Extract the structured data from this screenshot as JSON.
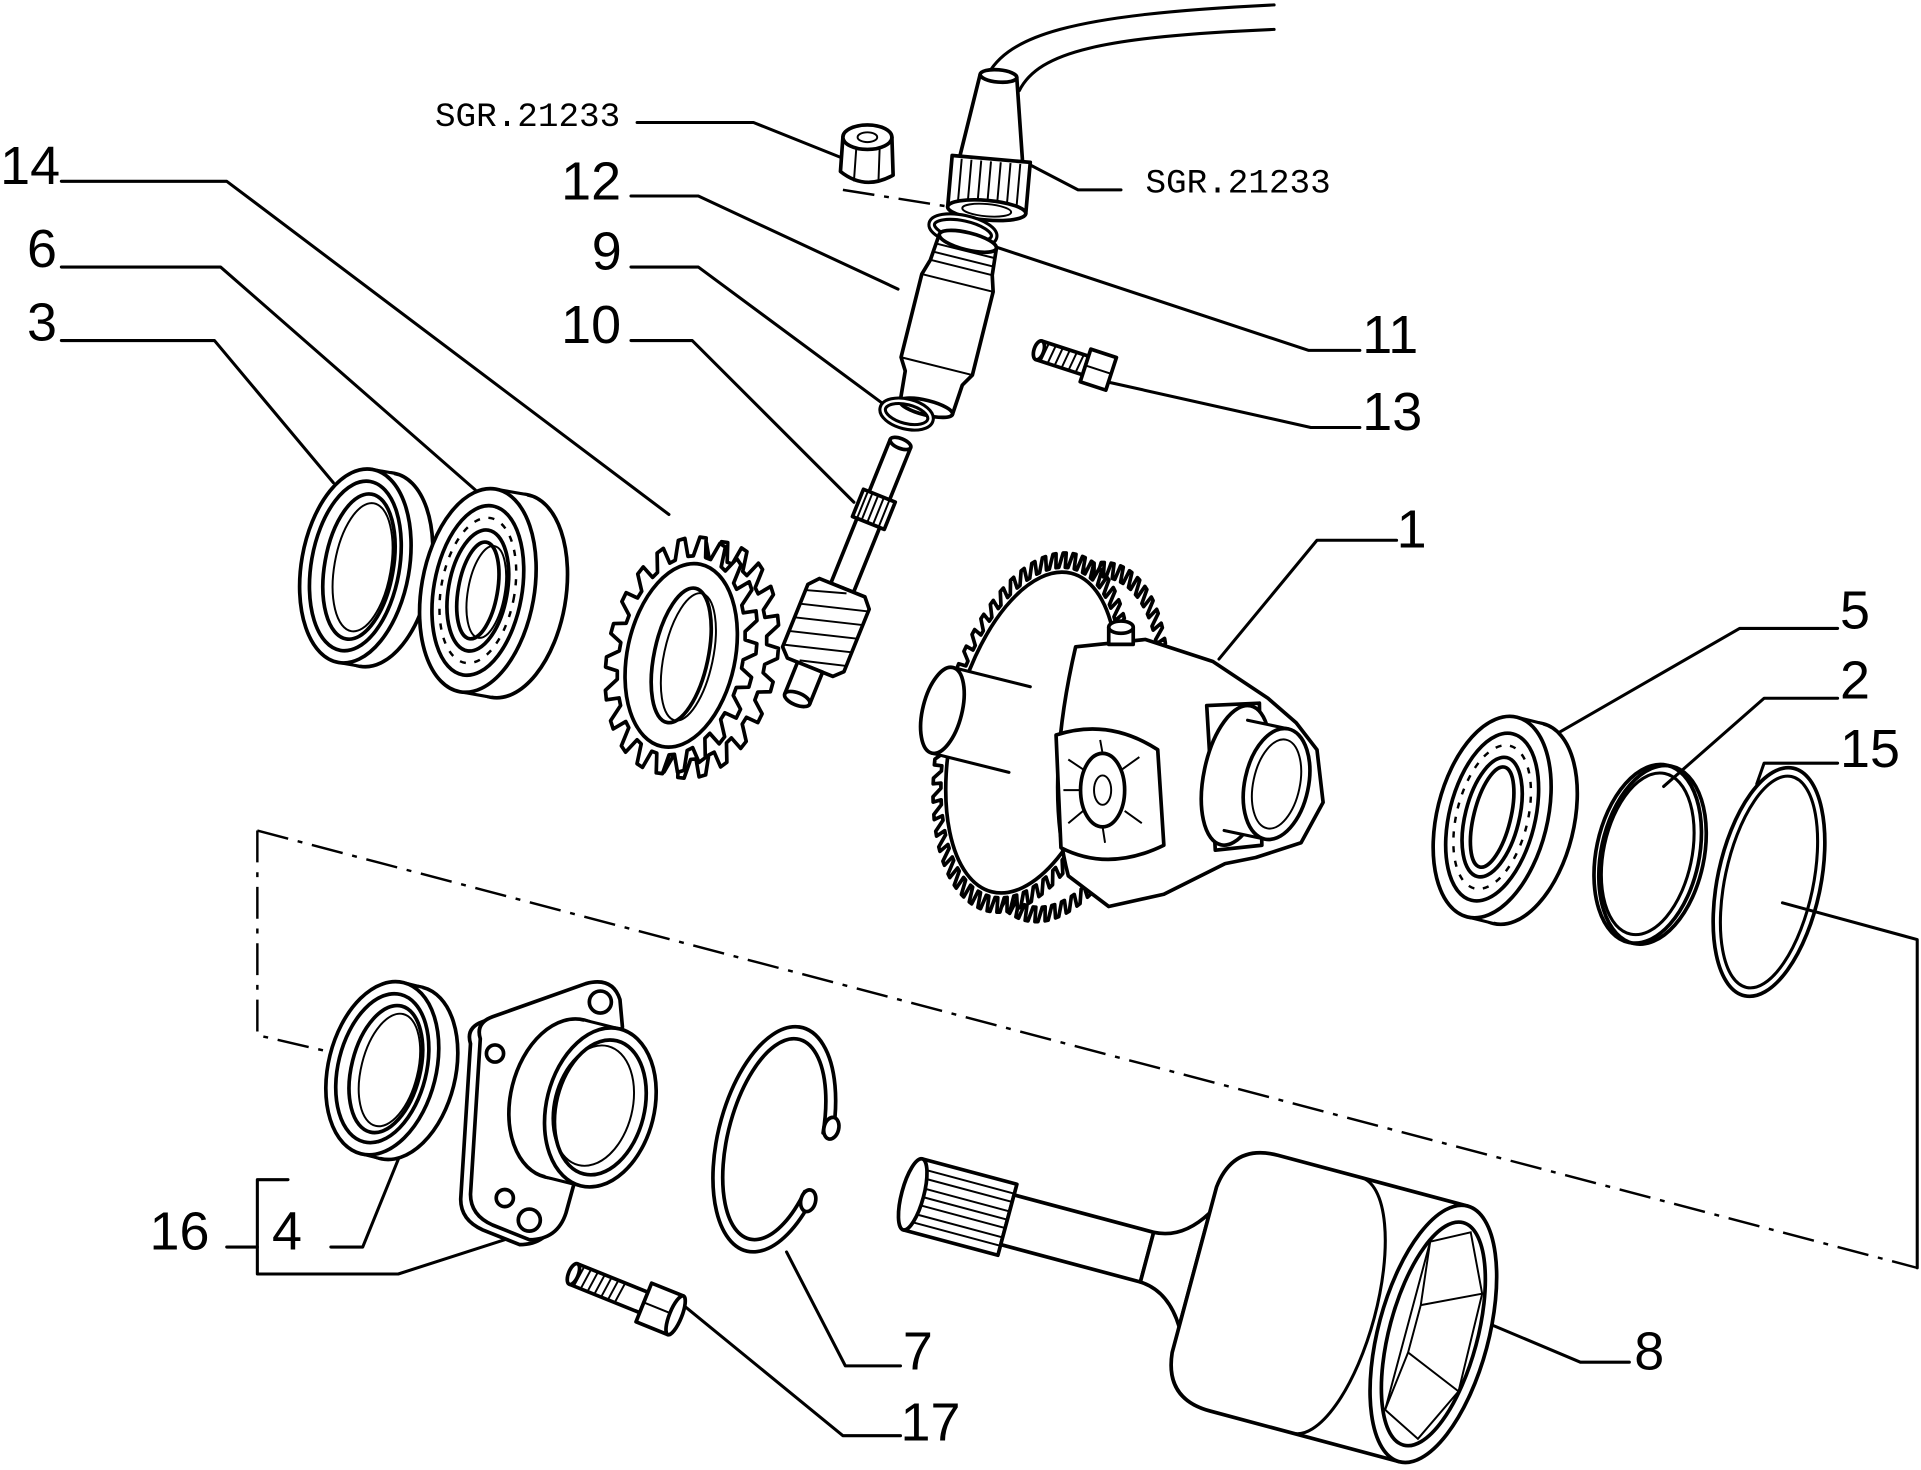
{
  "labels": {
    "sgr_left": "SGR.21233",
    "sgr_right": "SGR.21233",
    "p1": "1",
    "p2": "2",
    "p3": "3",
    "p4": "4",
    "p5": "5",
    "p6": "6",
    "p7": "7",
    "p8": "8",
    "p9": "9",
    "p10": "10",
    "p11": "11",
    "p12": "12",
    "p13": "13",
    "p14": "14",
    "p15": "15",
    "p16": "16",
    "p17": "17"
  },
  "colors": {
    "ink": "#000000",
    "paper": "#ffffff"
  }
}
